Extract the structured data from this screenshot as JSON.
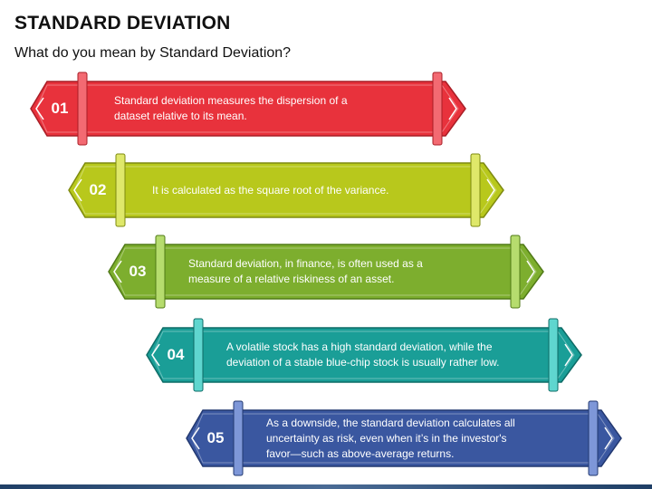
{
  "title": "STANDARD DEVIATION",
  "subtitle": "What do you mean by Standard Deviation?",
  "steps": [
    {
      "number": "01",
      "text": "Standard deviation measures the dispersion of a dataset relative to its mean.",
      "color": "#e8323c",
      "dark": "#a81e26",
      "strap": "#f36a72"
    },
    {
      "number": "02",
      "text": "It is calculated as the square root of the variance.",
      "color": "#b8c81c",
      "dark": "#7e8a10",
      "strap": "#dfe86a"
    },
    {
      "number": "03",
      "text": "Standard deviation, in finance, is often used as a measure of a relative riskiness of an asset.",
      "color": "#7dae2e",
      "dark": "#507a17",
      "strap": "#b6dc6e"
    },
    {
      "number": "04",
      "text": "A volatile stock has a high standard deviation, while the deviation of a stable blue-chip stock is usually rather low.",
      "color": "#1a9e97",
      "dark": "#0d6b66",
      "strap": "#5fd6cf"
    },
    {
      "number": "05",
      "text": "As a downside, the standard deviation calculates all uncertainty as risk, even when it’s in the investor's favor—such as above-average returns.",
      "color": "#3a57a0",
      "dark": "#223870",
      "strap": "#7e97d8"
    }
  ]
}
